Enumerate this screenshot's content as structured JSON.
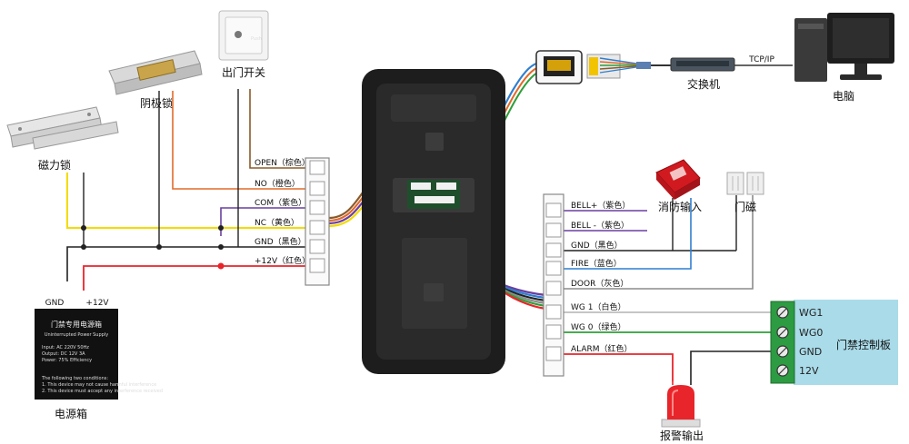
{
  "colors": {
    "brown": "#8b5a2b",
    "orange": "#e06a2a",
    "purple": "#6a3fa0",
    "yellow": "#f2dc00",
    "black": "#222222",
    "red": "#e8252b",
    "blue": "#2f7fd0",
    "gray": "#8c8c8c",
    "white": "#bdbdbd",
    "green": "#2f9e3a",
    "controller": "#a9dbe9",
    "terminal": "#2c9b42",
    "device": "#1d1d1d"
  },
  "devices": {
    "maglock": "磁力锁",
    "strike": "阴极锁",
    "exit_button": "出门开关",
    "psu": "电源箱",
    "switch": "交换机",
    "computer": "电脑",
    "fire": "消防输入",
    "door_sensor": "门磁",
    "controller": "门禁控制板",
    "alarm": "报警输出"
  },
  "psu_face": {
    "title": "门禁专用电源箱",
    "subtitle": "Uninterrupted Power Supply",
    "spec1": "Input: AC 220V 50Hz",
    "spec2": "Output: DC 12V 3A",
    "spec3": "Power: 75% Efficiency",
    "cond": "The following two conditions:",
    "cond1": "1. This device may not cause harmful interference",
    "cond2": "2. This device must accept any interference received"
  },
  "exit_button_text": "Push",
  "network": {
    "tcpip": "TCP/IP"
  },
  "psu_labels": {
    "gnd": "GND",
    "v12": "+12V"
  },
  "left_pins": [
    {
      "label": "OPEN（棕色）",
      "color": "brown"
    },
    {
      "label": "NO（橙色）",
      "color": "orange"
    },
    {
      "label": "COM（紫色）",
      "color": "purple"
    },
    {
      "label": "NC（黄色）",
      "color": "yellow"
    },
    {
      "label": "GND（黑色）",
      "color": "black"
    },
    {
      "label": "+12V（红色）",
      "color": "red"
    }
  ],
  "right_pins": [
    {
      "label": "BELL+（紫色）",
      "color": "purple"
    },
    {
      "label": "BELL -（紫色）",
      "color": "purple"
    },
    {
      "label": "GND（黑色）",
      "color": "black"
    },
    {
      "label": "FIRE（蓝色）",
      "color": "blue"
    },
    {
      "label": "DOOR（灰色）",
      "color": "gray"
    },
    {
      "label": "WG 1（白色）",
      "color": "white"
    },
    {
      "label": "WG 0（绿色）",
      "color": "green"
    },
    {
      "label": "ALARM（红色）",
      "color": "red"
    }
  ],
  "controller_terminals": [
    "WG1",
    "WG0",
    "GND",
    "12V"
  ]
}
